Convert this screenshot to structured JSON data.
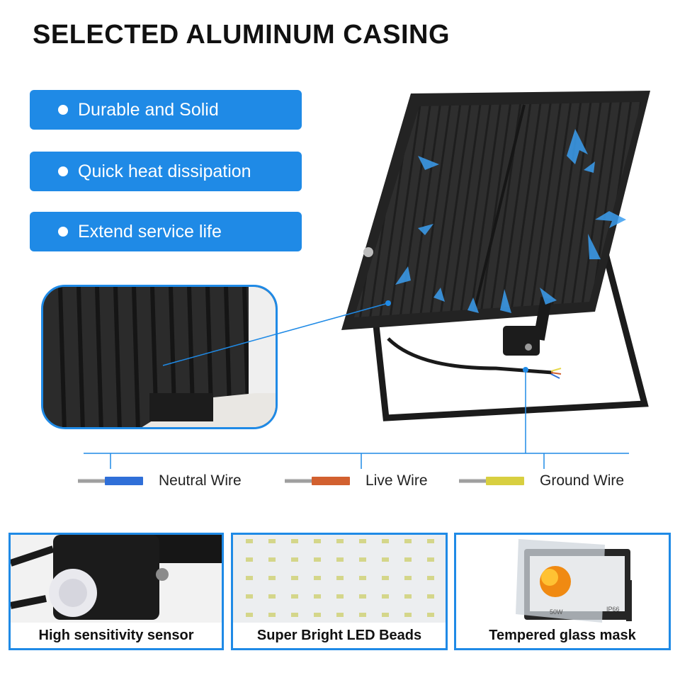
{
  "title": "SELECTED ALUMINUM CASING",
  "features": [
    {
      "label": "Durable and Solid"
    },
    {
      "label": "Quick heat dissipation"
    },
    {
      "label": "Extend service life"
    }
  ],
  "wires": [
    {
      "label": "Neutral Wire",
      "color": "#2f6fd8"
    },
    {
      "label": "Live Wire",
      "color": "#d2602f"
    },
    {
      "label": "Ground Wire",
      "color": "#d8cf40"
    }
  ],
  "panels": [
    {
      "caption": "High sensitivity sensor"
    },
    {
      "caption": "Super Bright LED Beads"
    },
    {
      "caption": "Tempered glass mask"
    }
  ],
  "glass_label_left": "50W",
  "glass_label_right": "IP66",
  "colors": {
    "accent": "#1f8ae6",
    "casing": "#2b2b2b"
  }
}
